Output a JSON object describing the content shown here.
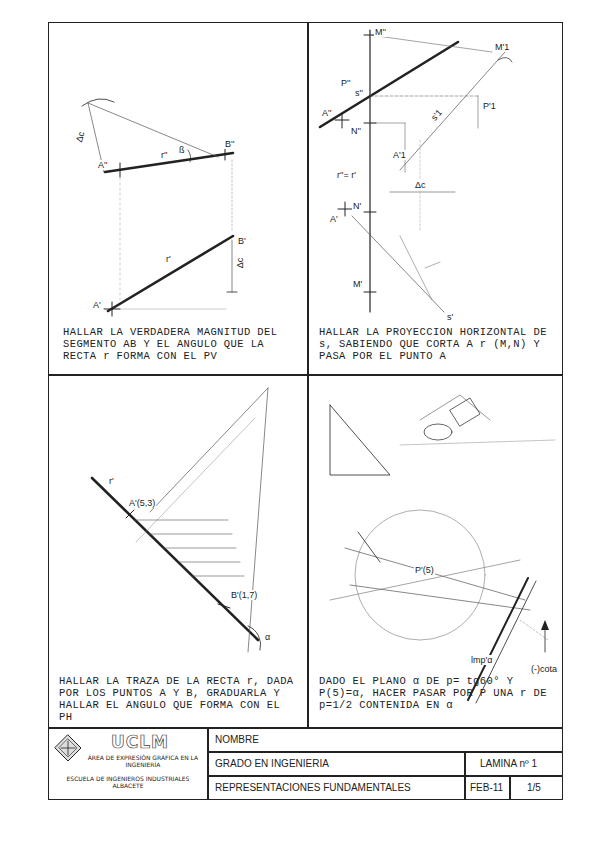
{
  "diagram": {
    "nodes": [
      {
        "text": [
          "HALLAR LA VERDADERA MAGNITUD DEL SEGMENTO AB Y EL ANGULO QUE LA RECTA r FORMA CON EL PV"
        ]
      },
      {
        "text": [
          "HALLAR LA PROYECCION HORIZONTAL DE s, SABIENDO QUE CORTA A r (M,N) Y PASA POR EL PUNTO A"
        ]
      },
      {
        "text": [
          "HALLAR LA TRAZA DE LA RECTA r, DADA POR LOS PUNTOS A Y B, GRADUARLA Y HALLAR EL ANGULO QUE FORMA CON EL PH"
        ]
      },
      {
        "text": [
          "DADO EL PLANO α DE p= tg60° Y P(5)=α, HACER PASAR POR P UNA r DE p=1/2 CONTENIDA EN α"
        ]
      },
      {
        "text": [
          "UCLM",
          "ÁREA DE EXPRESIÓN GRÁFICA EN LA INGENIERÍA",
          "ESCUELA DE INGENIEROS INDUSTRIALES ALBACETE"
        ]
      },
      {
        "text": [
          "NOMBRE"
        ]
      },
      {
        "text": [
          "GRADO EN INGENIERIA"
        ]
      },
      {
        "text": [
          "LAMINA nº 1"
        ]
      },
      {
        "text": [
          "REPRESENTACIONES FUNDAMENTALES"
        ]
      },
      {
        "text": [
          "FEB-11"
        ]
      },
      {
        "text": [
          "1/5"
        ]
      }
    ],
    "labels": [
      "A''",
      "B''",
      "r''",
      "ß",
      "Δc",
      "B'",
      "r'",
      "A'",
      "Δc",
      "M''",
      "P''",
      "s''",
      "A''",
      "N''",
      "r''= r'",
      "M'1",
      "s'1",
      "P'1",
      "A'1",
      "Δc",
      "A'",
      "N'",
      "M'",
      "s'",
      "r'",
      "A'(5,3)",
      "B'(1,7)",
      "α",
      "P'(5)",
      "lmp'α",
      "(-)cota"
    ]
  }
}
